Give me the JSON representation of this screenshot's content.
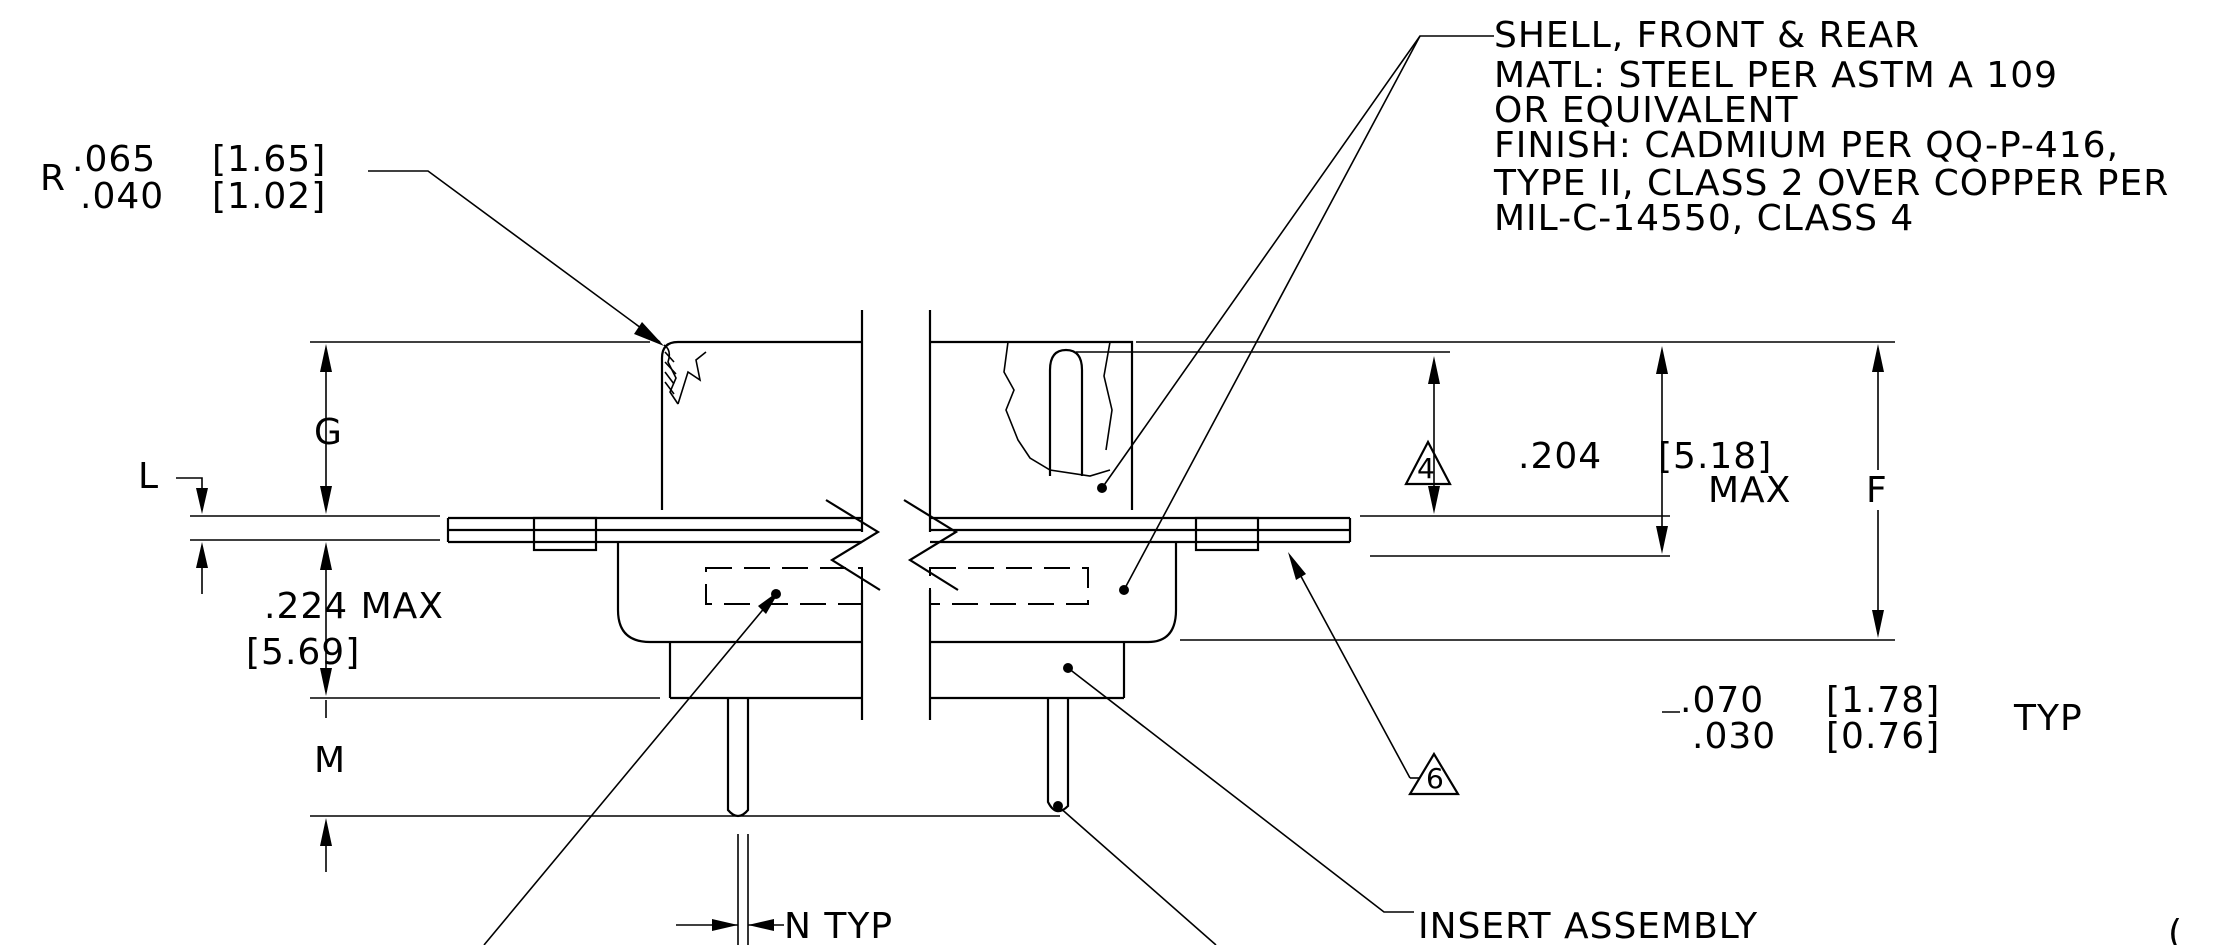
{
  "notes": {
    "shell": [
      "SHELL, FRONT & REAR",
      "MATL: STEEL PER ASTM A 109",
      "OR EQUIVALENT",
      "FINISH: CADMIUM PER QQ-P-416,",
      "TYPE II, CLASS 2 OVER COPPER PER",
      "MIL-C-14550, CLASS 4"
    ],
    "insert": "INSERT ASSEMBLY"
  },
  "dimensions": {
    "radius_prefix": "R",
    "radius_max_in": ".065",
    "radius_max_mm": "[1.65]",
    "radius_min_in": ".040",
    "radius_min_mm": "[1.02]",
    "g": "G",
    "l": "L",
    "f": "F",
    "m": "M",
    "n": "N TYP",
    "max224_in": ".224 MAX",
    "max224_mm": "[5.69]",
    "max204_in": ".204",
    "max204_mm": "[5.18]",
    "max204_suffix": "MAX",
    "typ_max_in": ".070",
    "typ_max_mm": "[1.78]",
    "typ_min_in": ".030",
    "typ_min_mm": "[0.76]",
    "typ": "TYP"
  },
  "flags": {
    "flag4": "4",
    "flag6": "6"
  },
  "page_marker": "("
}
